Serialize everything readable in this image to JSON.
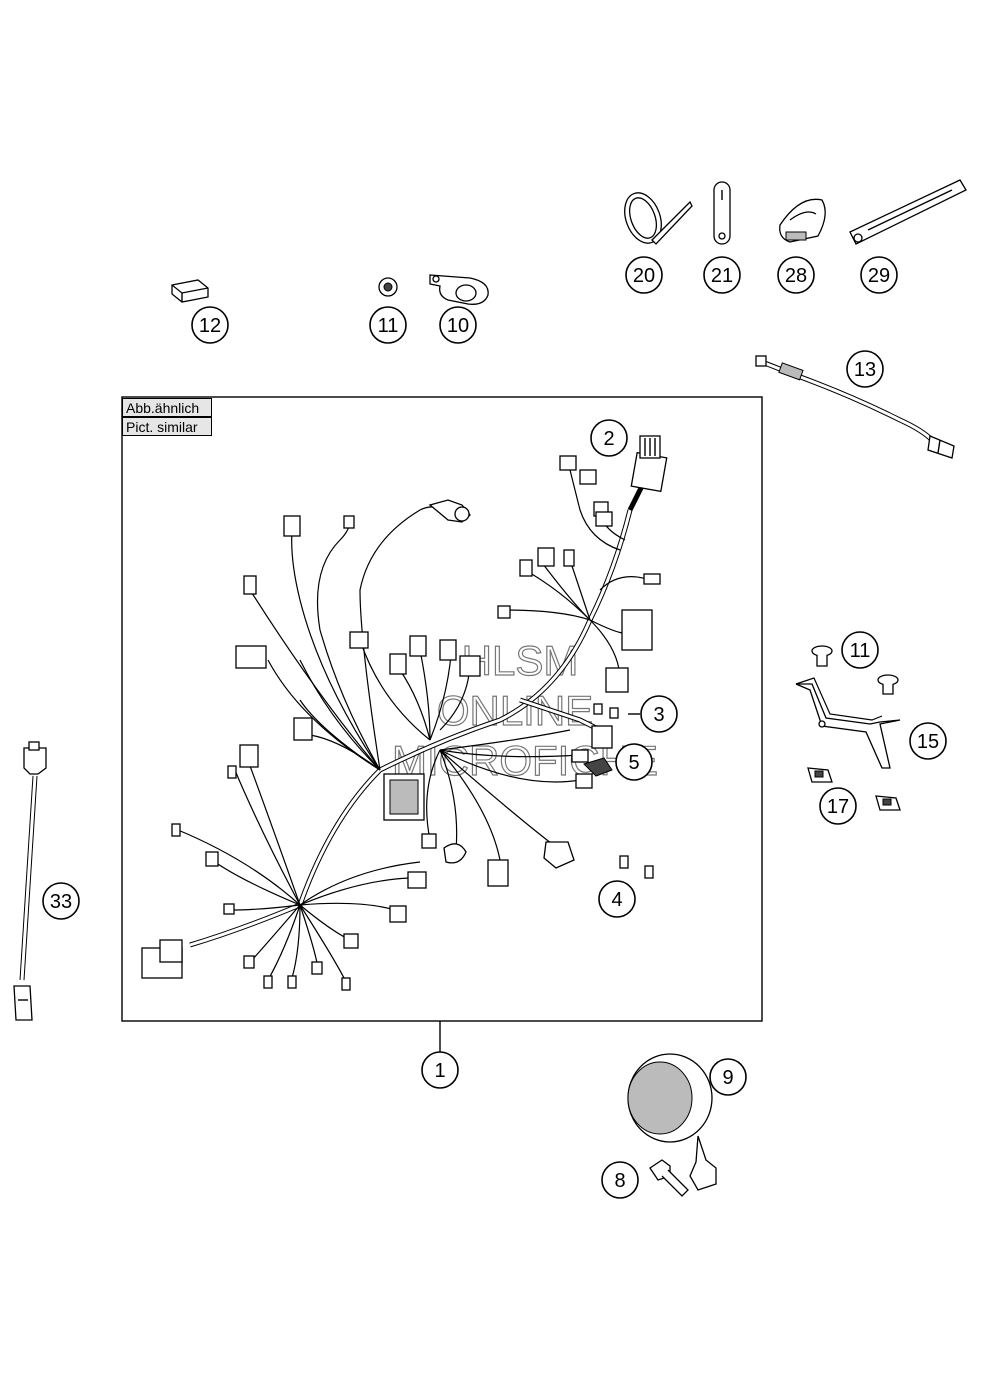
{
  "notes": {
    "line1": "Abb.ähnlich",
    "line2": "Pict. similar"
  },
  "watermark": {
    "line1": "HLSM",
    "line2": "ONLINE",
    "line3": "MICROFICHE"
  },
  "callouts": {
    "c1": "1",
    "c2": "2",
    "c3": "3",
    "c4": "4",
    "c5": "5",
    "c8": "8",
    "c9": "9",
    "c10": "10",
    "c11a": "11",
    "c11b": "11",
    "c12": "12",
    "c13": "13",
    "c15": "15",
    "c17": "17",
    "c20": "20",
    "c21": "21",
    "c28": "28",
    "c29": "29",
    "c33": "33"
  }
}
